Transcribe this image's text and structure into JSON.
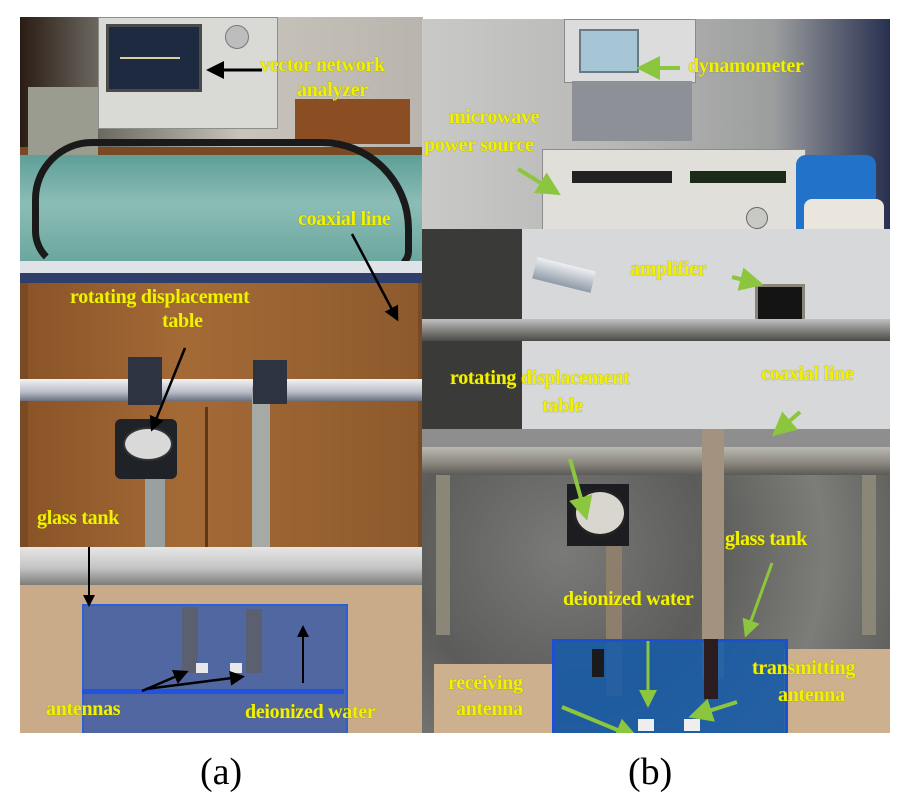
{
  "figure": {
    "panels": [
      {
        "id": "a",
        "caption": "(a)",
        "photo_subject": "vector network analyzer setup with glass tank",
        "annotation_color": "#000000",
        "labels": {
          "vna_line1": "vector network",
          "vna_line2": "analyzer",
          "coaxial_line": "coaxial line",
          "rotating_line1": "rotating displacement",
          "rotating_line2": "table",
          "glass_tank": "glass tank",
          "antennas": "antennas",
          "deionized_water": "deionized water"
        }
      },
      {
        "id": "b",
        "caption": "(b)",
        "photo_subject": "microwave power source setup with glass tank",
        "annotation_color": "#8cc63f",
        "labels": {
          "dynamometer": "dynamometer",
          "mw_line1": "microwave",
          "mw_line2": "power source",
          "amplifier": "amplifier",
          "rotating_line1": "rotating displacement",
          "rotating_line2": "table",
          "coaxial_line": "coaxial line",
          "glass_tank": "glass tank",
          "deionized_water": "deionized water",
          "receiving_line1": "receiving",
          "receiving_line2": "antenna",
          "transmitting_line1": "transmitting",
          "transmitting_line2": "antenna"
        }
      }
    ],
    "label_color": "#f2f200"
  }
}
